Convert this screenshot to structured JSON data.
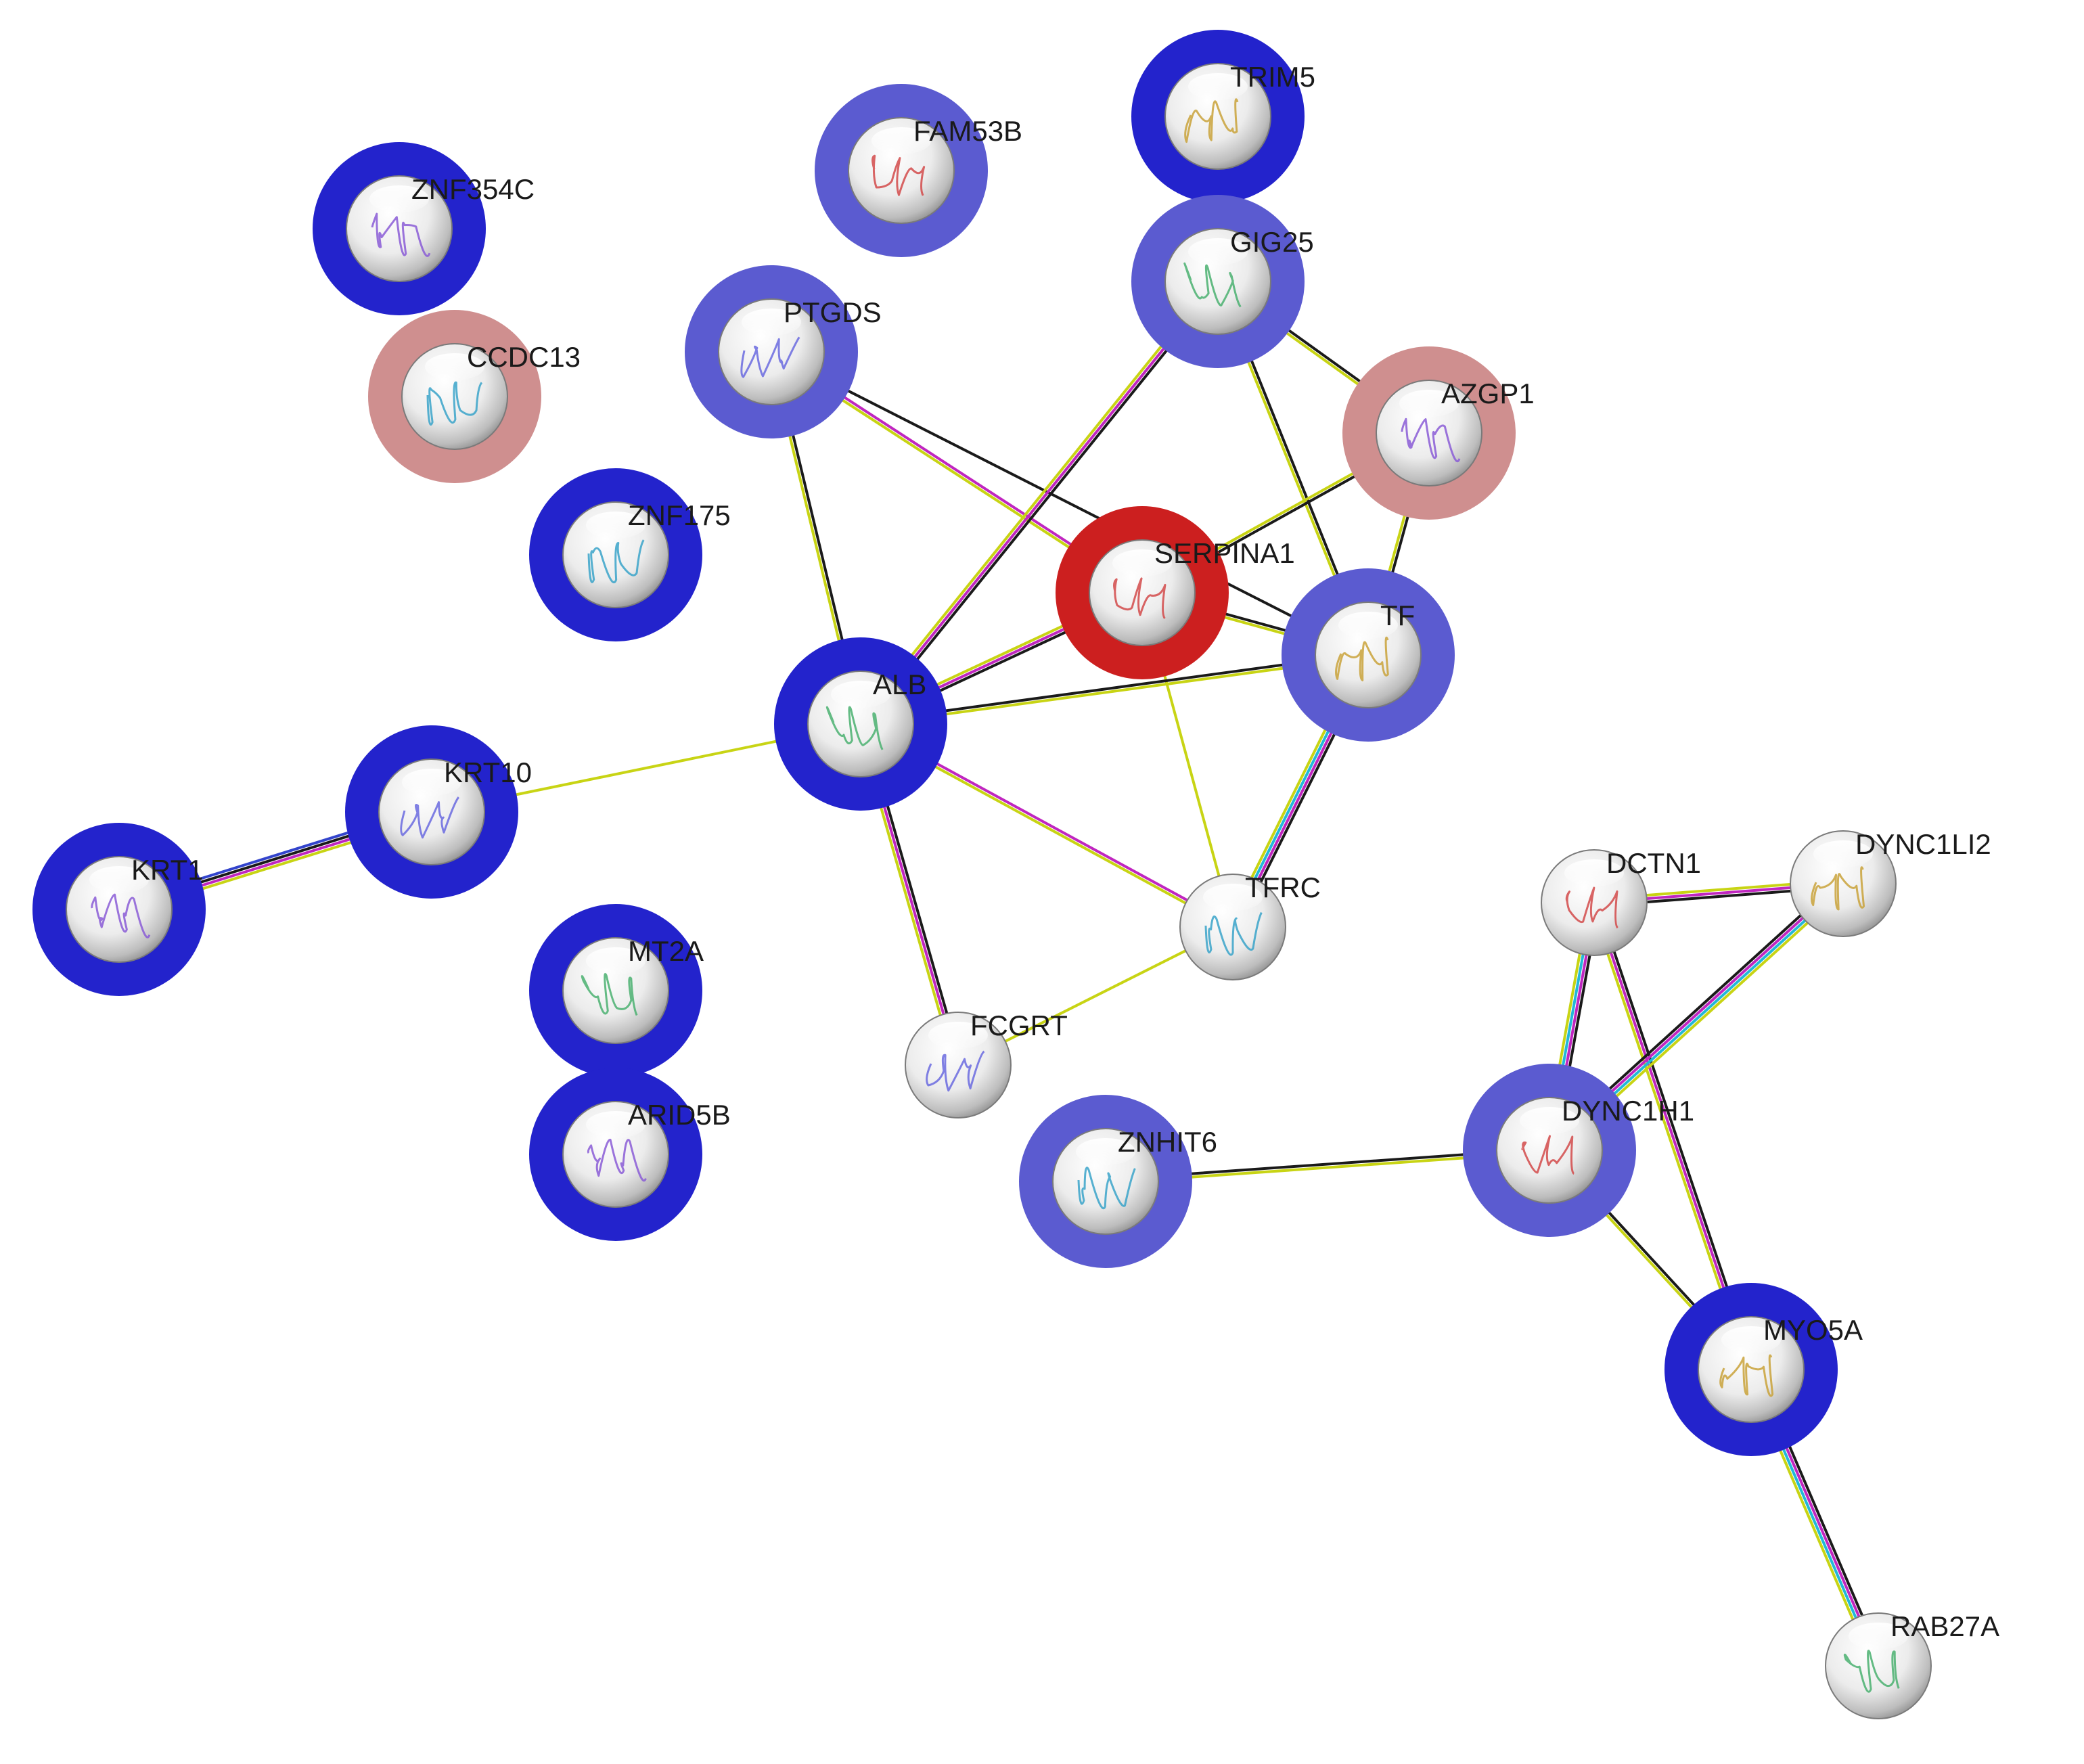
{
  "colors": {
    "halo_blue_dark": "#2323cc",
    "halo_blue_light": "#5b5bd0",
    "halo_red": "#cc1f1f",
    "halo_pink": "#cf8f8f",
    "edge_black": "#1a1a1a",
    "edge_yellow": "#c8d414",
    "edge_magenta": "#c026c0",
    "edge_cyan": "#22b8d8",
    "edge_blue": "#3344cc"
  },
  "nodes": [
    {
      "id": "ZNF354C",
      "label": "ZNF354C",
      "halo": "halo_blue_dark",
      "structure": "icon-structure"
    },
    {
      "id": "CCDC13",
      "label": "CCDC13",
      "halo": "halo_pink",
      "structure": "icon-structure"
    },
    {
      "id": "FAM53B",
      "label": "FAM53B",
      "halo": "halo_blue_light",
      "structure": "icon-structure"
    },
    {
      "id": "TRIM5",
      "label": "TRIM5",
      "halo": "halo_blue_dark",
      "structure": "icon-structure"
    },
    {
      "id": "GIG25",
      "label": "GIG25",
      "halo": "halo_blue_light",
      "structure": "icon-structure"
    },
    {
      "id": "PTGDS",
      "label": "PTGDS",
      "halo": "halo_blue_light",
      "structure": "icon-structure"
    },
    {
      "id": "AZGP1",
      "label": "AZGP1",
      "halo": "halo_pink",
      "structure": "icon-structure"
    },
    {
      "id": "ZNF175",
      "label": "ZNF175",
      "halo": "halo_blue_dark",
      "structure": "icon-structure"
    },
    {
      "id": "SERPINA1",
      "label": "SERPINA1",
      "halo": "halo_red",
      "structure": "icon-structure"
    },
    {
      "id": "TF",
      "label": "TF",
      "halo": "halo_blue_light",
      "structure": "icon-structure"
    },
    {
      "id": "ALB",
      "label": "ALB",
      "halo": "halo_blue_dark",
      "structure": "icon-structure"
    },
    {
      "id": "KRT10",
      "label": "KRT10",
      "halo": "halo_blue_dark",
      "structure": "icon-structure"
    },
    {
      "id": "KRT1",
      "label": "KRT1",
      "halo": "halo_blue_dark",
      "structure": "icon-structure"
    },
    {
      "id": "TFRC",
      "label": "TFRC",
      "halo": null,
      "structure": "icon-structure"
    },
    {
      "id": "DCTN1",
      "label": "DCTN1",
      "halo": null,
      "structure": "icon-structure"
    },
    {
      "id": "DYNC1LI2",
      "label": "DYNC1LI2",
      "halo": null,
      "structure": "icon-structure"
    },
    {
      "id": "MT2A",
      "label": "MT2A",
      "halo": "halo_blue_dark",
      "structure": "icon-structure"
    },
    {
      "id": "FCGRT",
      "label": "FCGRT",
      "halo": null,
      "structure": "icon-structure"
    },
    {
      "id": "ARID5B",
      "label": "ARID5B",
      "halo": "halo_blue_dark",
      "structure": "icon-structure"
    },
    {
      "id": "ZNHIT6",
      "label": "ZNHIT6",
      "halo": "halo_blue_light",
      "structure": "icon-structure"
    },
    {
      "id": "DYNC1H1",
      "label": "DYNC1H1",
      "halo": "halo_blue_light",
      "structure": "icon-structure"
    },
    {
      "id": "MYO5A",
      "label": "MYO5A",
      "halo": "halo_blue_dark",
      "structure": "icon-structure"
    },
    {
      "id": "RAB27A",
      "label": "RAB27A",
      "halo": null,
      "structure": "icon-structure"
    }
  ],
  "edges": [
    {
      "source": "KRT1",
      "target": "KRT10",
      "colors": [
        "edge_blue",
        "edge_black",
        "edge_magenta",
        "edge_yellow"
      ]
    },
    {
      "source": "KRT10",
      "target": "ALB",
      "colors": [
        "edge_yellow"
      ]
    },
    {
      "source": "PTGDS",
      "target": "ALB",
      "colors": [
        "edge_black",
        "edge_yellow"
      ]
    },
    {
      "source": "PTGDS",
      "target": "SERPINA1",
      "colors": [
        "edge_magenta",
        "edge_yellow"
      ]
    },
    {
      "source": "PTGDS",
      "target": "TF",
      "colors": [
        "edge_black"
      ]
    },
    {
      "source": "GIG25",
      "target": "ALB",
      "colors": [
        "edge_black",
        "edge_magenta",
        "edge_yellow"
      ]
    },
    {
      "source": "GIG25",
      "target": "AZGP1",
      "colors": [
        "edge_black",
        "edge_yellow"
      ]
    },
    {
      "source": "GIG25",
      "target": "TF",
      "colors": [
        "edge_black",
        "edge_yellow"
      ]
    },
    {
      "source": "AZGP1",
      "target": "TF",
      "colors": [
        "edge_black",
        "edge_yellow"
      ]
    },
    {
      "source": "AZGP1",
      "target": "SERPINA1",
      "colors": [
        "edge_black",
        "edge_yellow"
      ]
    },
    {
      "source": "SERPINA1",
      "target": "ALB",
      "colors": [
        "edge_black",
        "edge_magenta",
        "edge_yellow"
      ]
    },
    {
      "source": "SERPINA1",
      "target": "TF",
      "colors": [
        "edge_black",
        "edge_yellow"
      ]
    },
    {
      "source": "SERPINA1",
      "target": "TFRC",
      "colors": [
        "edge_yellow"
      ]
    },
    {
      "source": "ALB",
      "target": "TF",
      "colors": [
        "edge_black",
        "edge_yellow"
      ]
    },
    {
      "source": "ALB",
      "target": "TFRC",
      "colors": [
        "edge_magenta",
        "edge_yellow"
      ]
    },
    {
      "source": "ALB",
      "target": "FCGRT",
      "colors": [
        "edge_black",
        "edge_magenta",
        "edge_yellow"
      ]
    },
    {
      "source": "TF",
      "target": "TFRC",
      "colors": [
        "edge_black",
        "edge_magenta",
        "edge_cyan",
        "edge_yellow"
      ]
    },
    {
      "source": "TFRC",
      "target": "FCGRT",
      "colors": [
        "edge_yellow"
      ]
    },
    {
      "source": "DCTN1",
      "target": "DYNC1LI2",
      "colors": [
        "edge_yellow",
        "edge_magenta",
        "edge_black"
      ]
    },
    {
      "source": "DCTN1",
      "target": "DYNC1H1",
      "colors": [
        "edge_black",
        "edge_magenta",
        "edge_cyan",
        "edge_yellow"
      ]
    },
    {
      "source": "DCTN1",
      "target": "MYO5A",
      "colors": [
        "edge_black",
        "edge_magenta",
        "edge_yellow"
      ]
    },
    {
      "source": "DYNC1LI2",
      "target": "DYNC1H1",
      "colors": [
        "edge_yellow",
        "edge_cyan",
        "edge_magenta",
        "edge_black"
      ]
    },
    {
      "source": "ZNHIT6",
      "target": "DYNC1H1",
      "colors": [
        "edge_black",
        "edge_yellow"
      ]
    },
    {
      "source": "DYNC1H1",
      "target": "MYO5A",
      "colors": [
        "edge_black",
        "edge_yellow"
      ]
    },
    {
      "source": "MYO5A",
      "target": "RAB27A",
      "colors": [
        "edge_black",
        "edge_magenta",
        "edge_cyan",
        "edge_yellow"
      ]
    }
  ]
}
